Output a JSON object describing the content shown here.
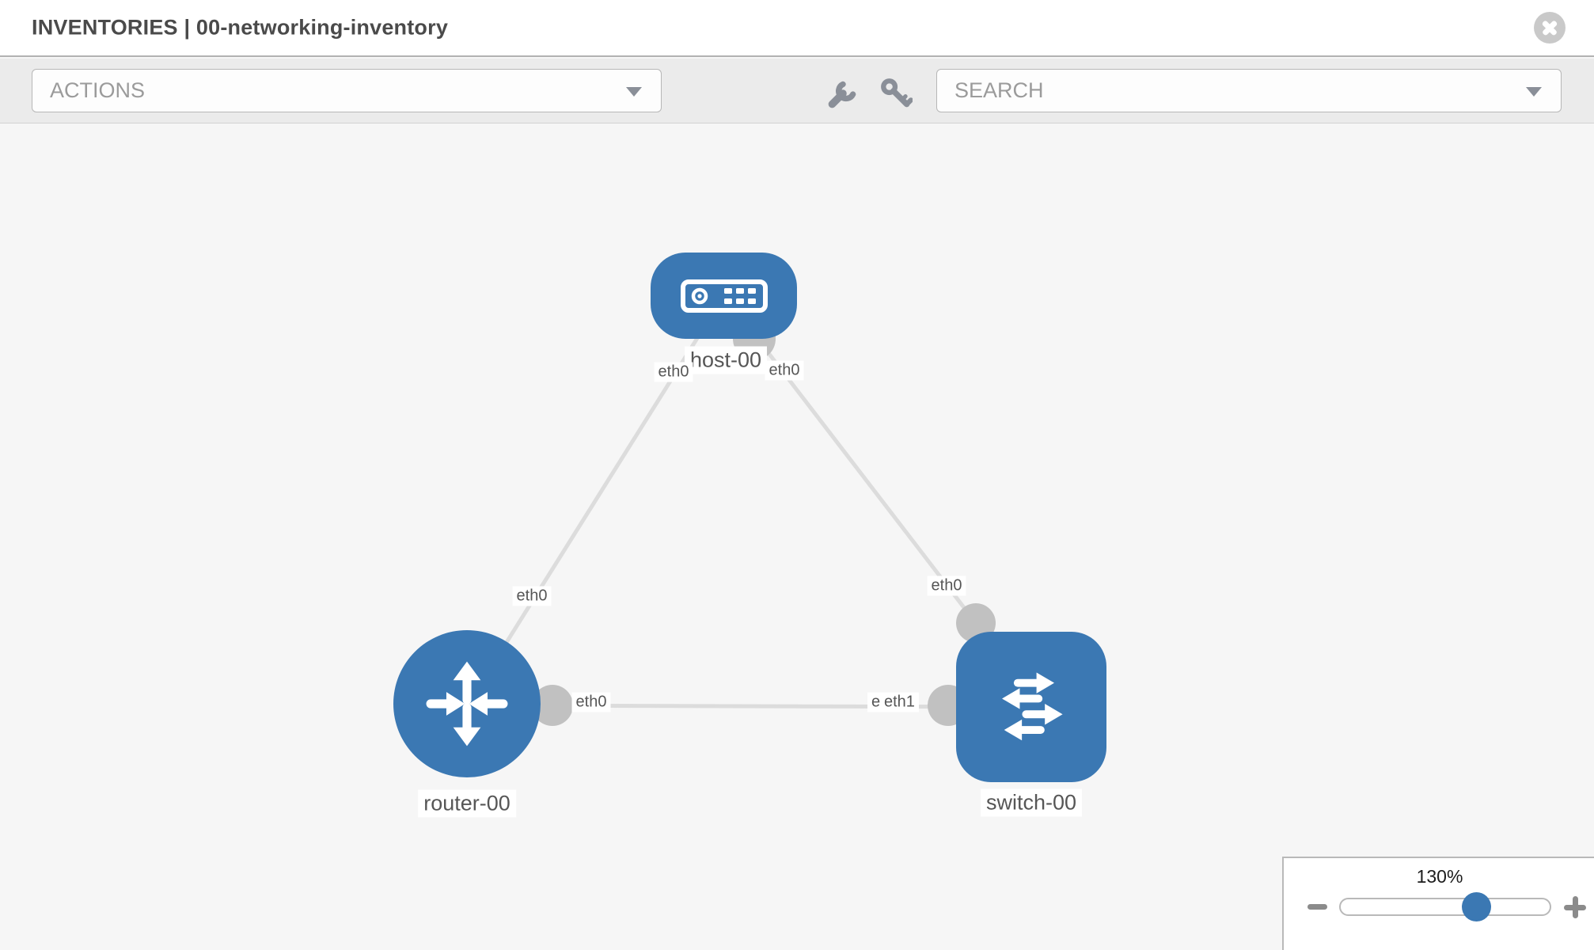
{
  "header": {
    "title": "INVENTORIES | 00-networking-inventory"
  },
  "toolbar": {
    "actions_label": "ACTIONS",
    "search_label": "SEARCH"
  },
  "topology": {
    "nodes": [
      {
        "id": "host-00",
        "type": "host",
        "label": "host-00"
      },
      {
        "id": "router-00",
        "type": "router",
        "label": "router-00"
      },
      {
        "id": "switch-00",
        "type": "switch",
        "label": "switch-00"
      }
    ],
    "interface_labels": {
      "host_left": "eth0",
      "host_right": "eth0",
      "host_router_link": "eth0",
      "host_switch_link": "eth0",
      "router_switch_router_end": "eth0",
      "router_switch_switch_end_back": "eth0",
      "router_switch_switch_end_front": "eth1"
    }
  },
  "zoom_control": {
    "level": "130%"
  },
  "colors": {
    "node_blue": "#3b78b3",
    "link_gray": "#dcdcdc",
    "connector_gray": "#c1c1c1",
    "toolbar_bg": "#ebebeb",
    "canvas_bg": "#f6f6f6",
    "icon_gray": "#8a8f98",
    "header_border": "#b2b2b2"
  }
}
